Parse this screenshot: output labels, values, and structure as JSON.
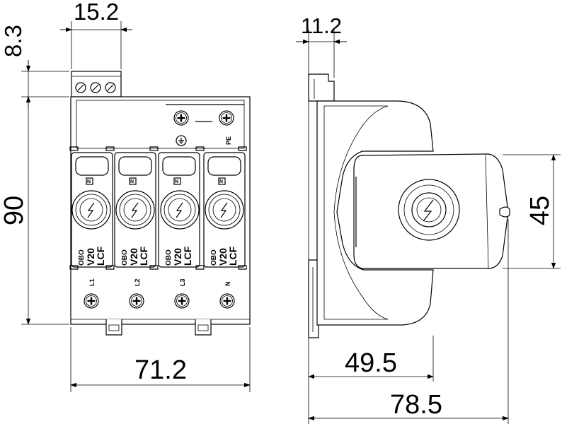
{
  "dimensions": {
    "terminal_width": "15.2",
    "terminal_height": "8.3",
    "height": "90",
    "width": "71.2",
    "rail_clip": "11.2",
    "cover_height": "45",
    "depth_front": "49.5",
    "depth_total": "78.5"
  },
  "module": {
    "brand": "OBO",
    "model": "V20",
    "variant": "LCF",
    "poles": [
      "L1",
      "L2",
      "L3",
      "N"
    ],
    "pe_label": "PE"
  }
}
